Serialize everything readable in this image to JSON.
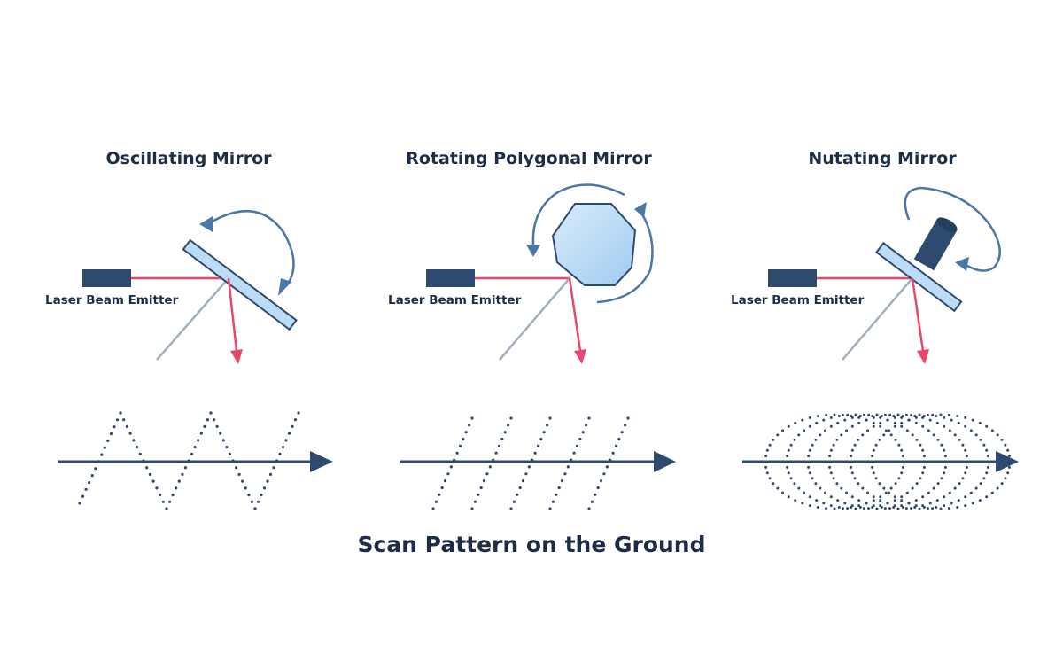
{
  "panels": [
    {
      "title": "Oscillating Mirror",
      "emitter_label": "Laser Beam Emitter",
      "pattern": "zigzag"
    },
    {
      "title": "Rotating Polygonal Mirror",
      "emitter_label": "Laser Beam Emitter",
      "pattern": "parallel-lines"
    },
    {
      "title": "Nutating Mirror",
      "emitter_label": "Laser Beam Emitter",
      "pattern": "elliptical"
    }
  ],
  "footer": {
    "title": "Scan Pattern on the Ground"
  },
  "colors": {
    "dark_navy": "#2e4a6e",
    "text": "#1e2d47",
    "laser": "#e8466a",
    "mirror_fill": "#bcdcf6",
    "mirror_stroke": "#2e4a6e",
    "arrow_blue": "#4a77a8",
    "gray_beam": "#9fb0c2"
  }
}
